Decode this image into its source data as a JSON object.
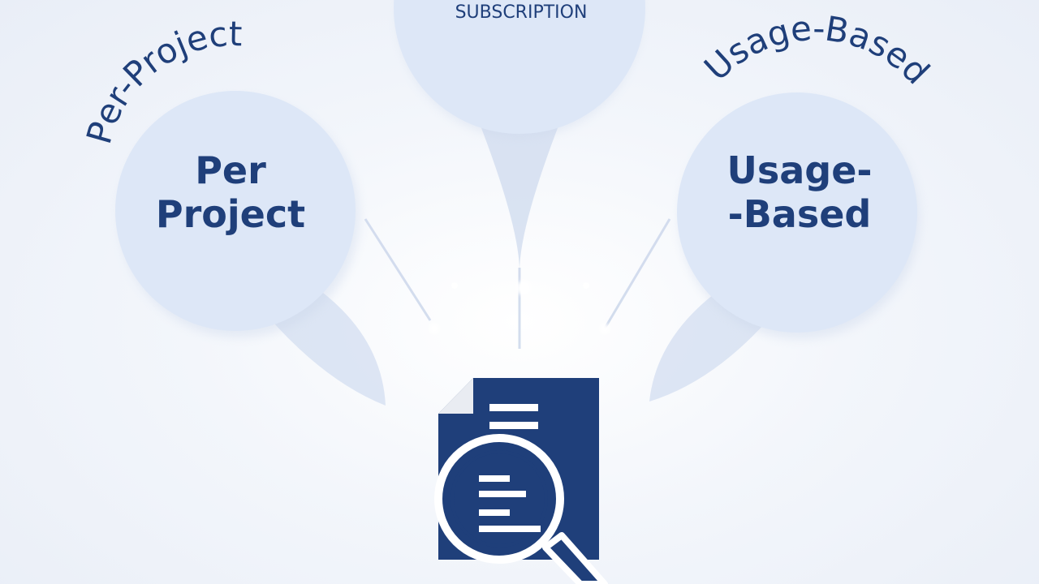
{
  "labels": {
    "top_bubble": "SUBSCRIPTION",
    "left_bubble_line1": "Per",
    "left_bubble_line2": "Project",
    "left_arc": "Per-Project",
    "right_bubble_line1": "Usage-",
    "right_bubble_line2": "-Based",
    "right_arc": "Usage-Based"
  },
  "icons": {
    "center": "document-magnifier-icon"
  },
  "colors": {
    "bubble_fill": "#dde7f7",
    "bubble_shadow": "#d3def0",
    "text": "#1f3f7a",
    "icon": "#1f3f7a",
    "connector": "#c9d5ea"
  }
}
